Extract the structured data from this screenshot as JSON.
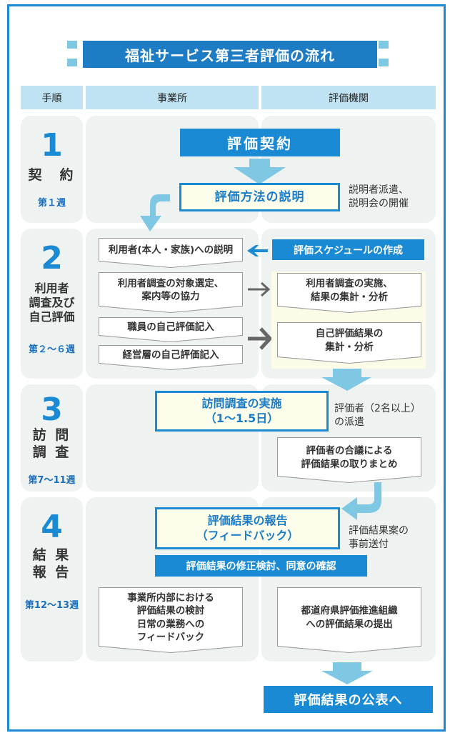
{
  "title": "福祉サービス第三者評価の流れ",
  "headers": [
    "手順",
    "事業所",
    "評価機関"
  ],
  "colors": {
    "accent": "#1a8ad4",
    "arrow": "#7ec8e3",
    "header_bg": "#bfe3f2",
    "panel_bg": "#eef3f2",
    "highlight_bg": "#fdfdec"
  },
  "steps": [
    {
      "number": "1",
      "label": "契　約",
      "week": "第１週"
    },
    {
      "number": "2",
      "label": "利用者\n調査及び\n自己評価",
      "week": "第２～６週"
    },
    {
      "number": "3",
      "label": "訪 問\n調 査",
      "week": "第7～11週"
    },
    {
      "number": "4",
      "label": "結 果\n報 告",
      "week": "第12～13週"
    }
  ],
  "step1": {
    "contract": "評価契約",
    "explanation": "評価方法の説明",
    "note": "説明者派遣、\n説明会の開催"
  },
  "step2": {
    "office_user_explain": "利用者(本人・家族)への説明",
    "schedule": "評価スケジュールの作成",
    "office_survey_coop": "利用者調査の対象選定、\n案内等の協力",
    "agency_survey": "利用者調査の実施、\n結果の集計・分析",
    "staff_self_eval": "職員の自己評価記入",
    "mgmt_self_eval": "経営層の自己評価記入",
    "agency_self_eval_summary": "自己評価結果の\n集計・分析"
  },
  "step3": {
    "visit": "訪問調査の実施\n（1～1.5日）",
    "note": "評価者（2名以上）\nの派遣",
    "consensus": "評価者の合議による\n評価結果の取りまとめ"
  },
  "step4": {
    "report": "評価結果の報告\n（フィードバック）",
    "note": "評価結果案の\n事前送付",
    "confirm": "評価結果の修正検討、同意の確認",
    "office_review": "事業所内部における\n評価結果の検討\n日常の業務への\nフィードバック",
    "agency_submit": "都道府県評価推進組織\nへの評価結果の提出",
    "publish": "評価結果の公表へ"
  }
}
